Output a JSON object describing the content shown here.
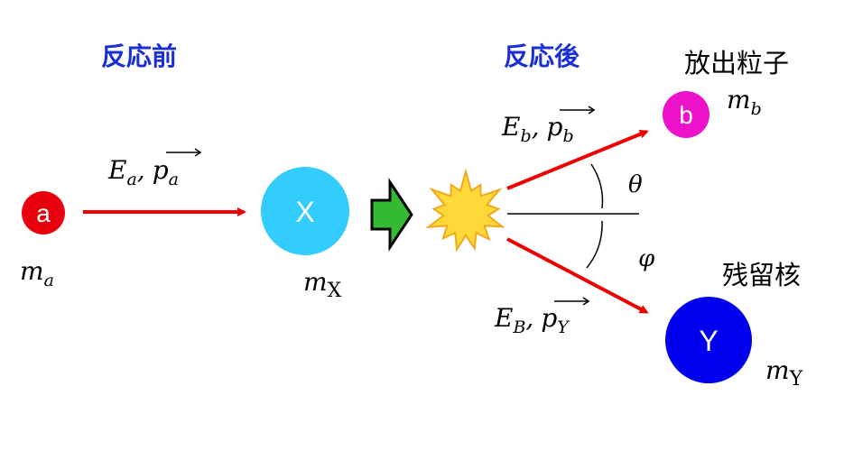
{
  "headings": {
    "before": "反応前",
    "after": "反応後",
    "emitted_particle": "放出粒子",
    "residual_nucleus": "残留核"
  },
  "particles": {
    "a": {
      "label": "a",
      "mass_var": "m",
      "mass_sub": "a",
      "color": "#e8000f"
    },
    "X": {
      "label": "X",
      "mass_var": "m",
      "mass_sub": "X",
      "color": "#33ccff"
    },
    "b": {
      "label": "b",
      "mass_var": "m",
      "mass_sub": "b",
      "color": "#ee11cc"
    },
    "Y": {
      "label": "Y",
      "mass_var": "m",
      "mass_sub": "Y",
      "color": "#0000ee"
    }
  },
  "quantities": {
    "incoming": {
      "E": "E",
      "E_sub": "a",
      "comma": ",",
      "p": "p",
      "p_sub": "a"
    },
    "emitted": {
      "E": "E",
      "E_sub": "b",
      "comma": ",",
      "p": "p",
      "p_sub": "b"
    },
    "residual": {
      "E": "E",
      "E_sub": "B",
      "comma": ",",
      "p": "p",
      "p_sub": "Y"
    }
  },
  "angles": {
    "theta": "θ",
    "phi": "φ"
  },
  "colors": {
    "heading_blue": "#1a2fd6",
    "arrow_red": "#ee0000",
    "block_arrow_green": "#33bb33",
    "burst_yellow": "#ffd83a",
    "burst_outline": "#f3a81c"
  }
}
